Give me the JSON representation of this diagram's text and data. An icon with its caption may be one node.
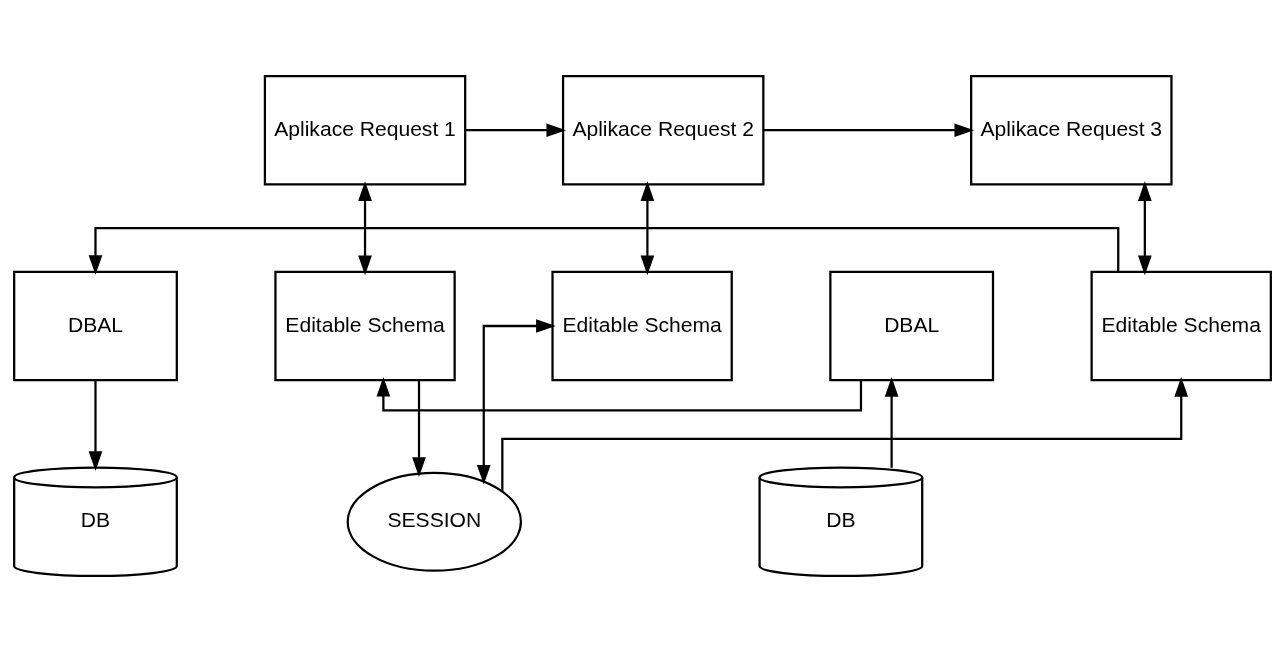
{
  "diagram": {
    "nodes": [
      {
        "text": [
          "Aplikace Request 1"
        ]
      },
      {
        "text": [
          "Aplikace Request 2"
        ]
      },
      {
        "text": [
          "Aplikace Request 3"
        ]
      },
      {
        "text": [
          "DBAL"
        ]
      },
      {
        "text": [
          "Editable Schema"
        ]
      },
      {
        "text": [
          "Editable Schema"
        ]
      },
      {
        "text": [
          "Editable Schema"
        ]
      },
      {
        "text": [
          "DBAL"
        ]
      },
      {
        "text": [
          "DB"
        ]
      },
      {
        "text": [
          "SESSION"
        ]
      },
      {
        "text": [
          "DB"
        ]
      }
    ],
    "edges": [
      {
        "from": 0,
        "to": 1,
        "arrow": "to"
      },
      {
        "from": 1,
        "to": 2,
        "arrow": "to"
      },
      {
        "from": 0,
        "to": 4,
        "arrow": "both"
      },
      {
        "from": 1,
        "to": 5,
        "arrow": "both"
      },
      {
        "from": 2,
        "to": 6,
        "arrow": "both"
      },
      {
        "from": 3,
        "to": 4,
        "arrow": "to"
      },
      {
        "from": 6,
        "to": 7,
        "arrow": "to"
      },
      {
        "from": 8,
        "to": 3,
        "arrow": "to"
      },
      {
        "from": 7,
        "to": 10,
        "arrow": "to"
      },
      {
        "from": 4,
        "to": 9,
        "arrow": "to"
      },
      {
        "from": 5,
        "to": 9,
        "arrow": "both"
      },
      {
        "from": 9,
        "to": 6,
        "arrow": "to"
      }
    ]
  }
}
